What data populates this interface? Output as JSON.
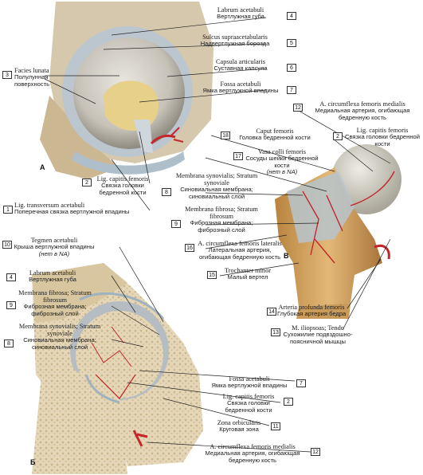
{
  "figure_letters": {
    "a": "А",
    "b": "Б",
    "v": "В"
  },
  "labels": [
    {
      "num": "4",
      "latin": "Labrum acetabuli",
      "russian": "Вертлужная губа"
    },
    {
      "num": "5",
      "latin": "Sulcus supraacetabularis",
      "russian": "Надвертлужная борозда"
    },
    {
      "num": "6",
      "latin": "Capsula articularis",
      "russian": "Суставная капсула"
    },
    {
      "num": "7",
      "latin": "Fossa acetabuli",
      "russian": "Ямка вертлужной впадины"
    },
    {
      "num": "3",
      "latin": "Facies lunata",
      "russian": "Полулунная поверхность"
    },
    {
      "num": "2",
      "latin": "Lig. capitis femoris",
      "russian": "Связка головки бедренной кости"
    },
    {
      "num": "1",
      "latin": "Lig. transversum acetabuli",
      "russian": "Поперечная связка вертлужной впадины"
    },
    {
      "num": "12",
      "latin": "A. circumflexa femoris medialis",
      "russian": "Медиальная артерия, огибающая бедренную кость"
    },
    {
      "num": "18",
      "latin": "Caput femoris",
      "russian": "Головка бедренной кости"
    },
    {
      "num": "2",
      "latin": "Lig. capitis femoris",
      "russian": "Связка головки бедренной кости"
    },
    {
      "num": "17",
      "latin": "Vasa colli femoris",
      "russian": "Сосуды шейки бедренной кости",
      "note": "(нет в NA)"
    },
    {
      "num": "8",
      "latin": "Membrana synovialis; Stratum synoviale",
      "russian": "Синовиальная мембрана; синовиальный слой"
    },
    {
      "num": "9",
      "latin": "Membrana fibrosa; Stratum fibrosum",
      "russian": "Фиброзная мембрана; фиброзный слой"
    },
    {
      "num": "16",
      "latin": "A. circumflexa femoris lateralis",
      "russian": "Латеральная артерия, огибающая бедренную кость"
    },
    {
      "num": "15",
      "latin": "Trochanter minor",
      "russian": "Малый вертел"
    },
    {
      "num": "14",
      "latin": "Arteria profunda femoris",
      "russian": "Глубокая артерия бедра"
    },
    {
      "num": "13",
      "latin": "M. iliopsoas; Tendo",
      "russian": "Сухожилие подвздошно-поясничной мышцы"
    },
    {
      "num": "10",
      "latin": "Tegmen acetabuli",
      "russian": "Крыша вертлужной впадины",
      "note": "(нет в NA)"
    },
    {
      "num": "4",
      "latin": "Labrum acetabuli",
      "russian": "Вертлужная губа"
    },
    {
      "num": "9",
      "latin": "Membrana fibrosa; Stratum fibrosum",
      "russian": "Фиброзная мембрана; фиброзный слой"
    },
    {
      "num": "8",
      "latin": "Membrana synovialis; Stratum synoviale",
      "russian": "Синовиальная мембрана; синовиальный слой"
    },
    {
      "num": "7",
      "latin": "Fossa acetabuli",
      "russian": "Ямка вертлужной впадины"
    },
    {
      "num": "2",
      "latin": "Lig. capitis femoris",
      "russian": "Связка головки бедренной кости"
    },
    {
      "num": "11",
      "latin": "Zona orbicularis",
      "russian": "Круговая зона"
    },
    {
      "num": "12",
      "latin": "A. circumflexa femoris medialis",
      "russian": "Медиальная артерия, огибающая бедренную кость"
    }
  ],
  "colors": {
    "bone": "#d8c49a",
    "cartilage": "#c9ccc8",
    "ligament": "#b9c7d2",
    "artery": "#c4262a",
    "leader": "#222222",
    "background": "#ffffff"
  }
}
